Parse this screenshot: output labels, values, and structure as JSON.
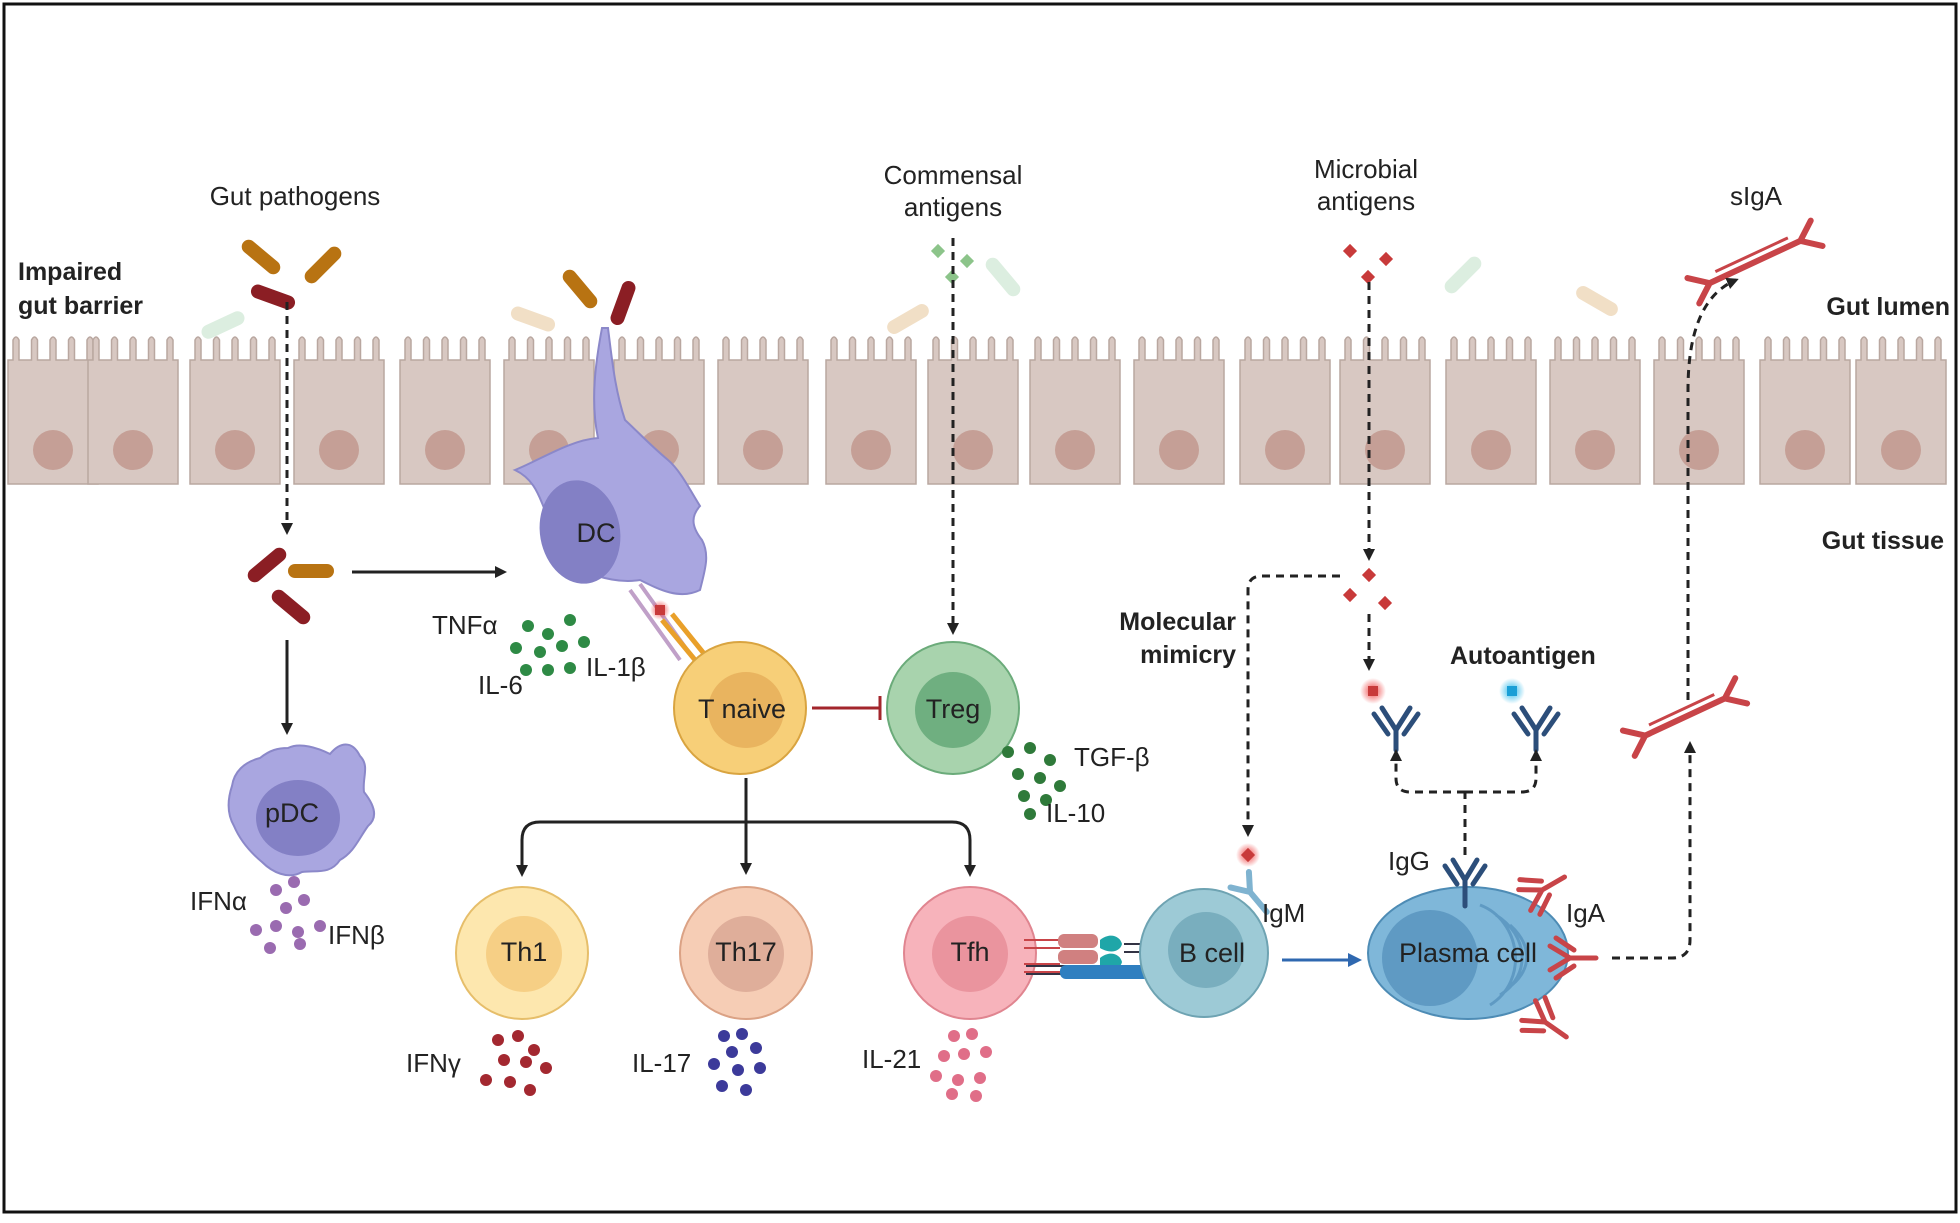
{
  "labels": {
    "gut_pathogens": "Gut pathogens",
    "impaired_line1": "Impaired",
    "impaired_line2": "gut barrier",
    "commensal_line1": "Commensal",
    "commensal_line2": "antigens",
    "microbial_line1": "Microbial",
    "microbial_line2": "antigens",
    "sIgA": "sIgA",
    "gut_lumen": "Gut lumen",
    "gut_tissue": "Gut tissue",
    "molecular_line1": "Molecular",
    "molecular_line2": "mimicry",
    "autoantigen": "Autoantigen",
    "igg": "IgG",
    "igm": "IgM",
    "iga": "IgA"
  },
  "cells": {
    "dc": "DC",
    "pdc": "pDC",
    "t_naive": "T naive",
    "treg": "Treg",
    "th1": "Th1",
    "th17": "Th17",
    "tfh": "Tfh",
    "b_cell": "B cell",
    "plasma_cell": "Plasma cell"
  },
  "cytokines": {
    "tnfa": "TNFα",
    "il6": "IL-6",
    "il1b": "IL-1β",
    "tgfb": "TGF-β",
    "il10": "IL-10",
    "ifna": "IFNα",
    "ifnb": "IFNβ",
    "ifng": "IFNγ",
    "il17": "IL-17",
    "il21": "IL-21"
  },
  "colors": {
    "epithelium": "#d8c8c2",
    "nucleus": "#c59f96",
    "dc": "#a9a6e0",
    "t_naive": "#f7cf78",
    "treg": "#95c79f",
    "th1": "#fbe3a5",
    "th17": "#f4c6ae",
    "tfh": "#f5aab3",
    "b_cell": "#9dcad6",
    "plasma": "#7fb7d9",
    "antibody_red": "#c84448",
    "antibody_blue": "#2c4e7a"
  }
}
